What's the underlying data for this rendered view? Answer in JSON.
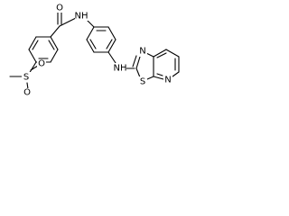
{
  "molecule": {
    "atoms": {
      "o_carbonyl": "O",
      "n_amide": "NH",
      "s_sulfonyl": "S",
      "o_sulfonyl_upper": "O",
      "o_sulfonyl_lower": "O",
      "n_amine": "NH",
      "n_thiazole": "N",
      "s_thiazole": "S",
      "n_pyridine": "N"
    }
  }
}
